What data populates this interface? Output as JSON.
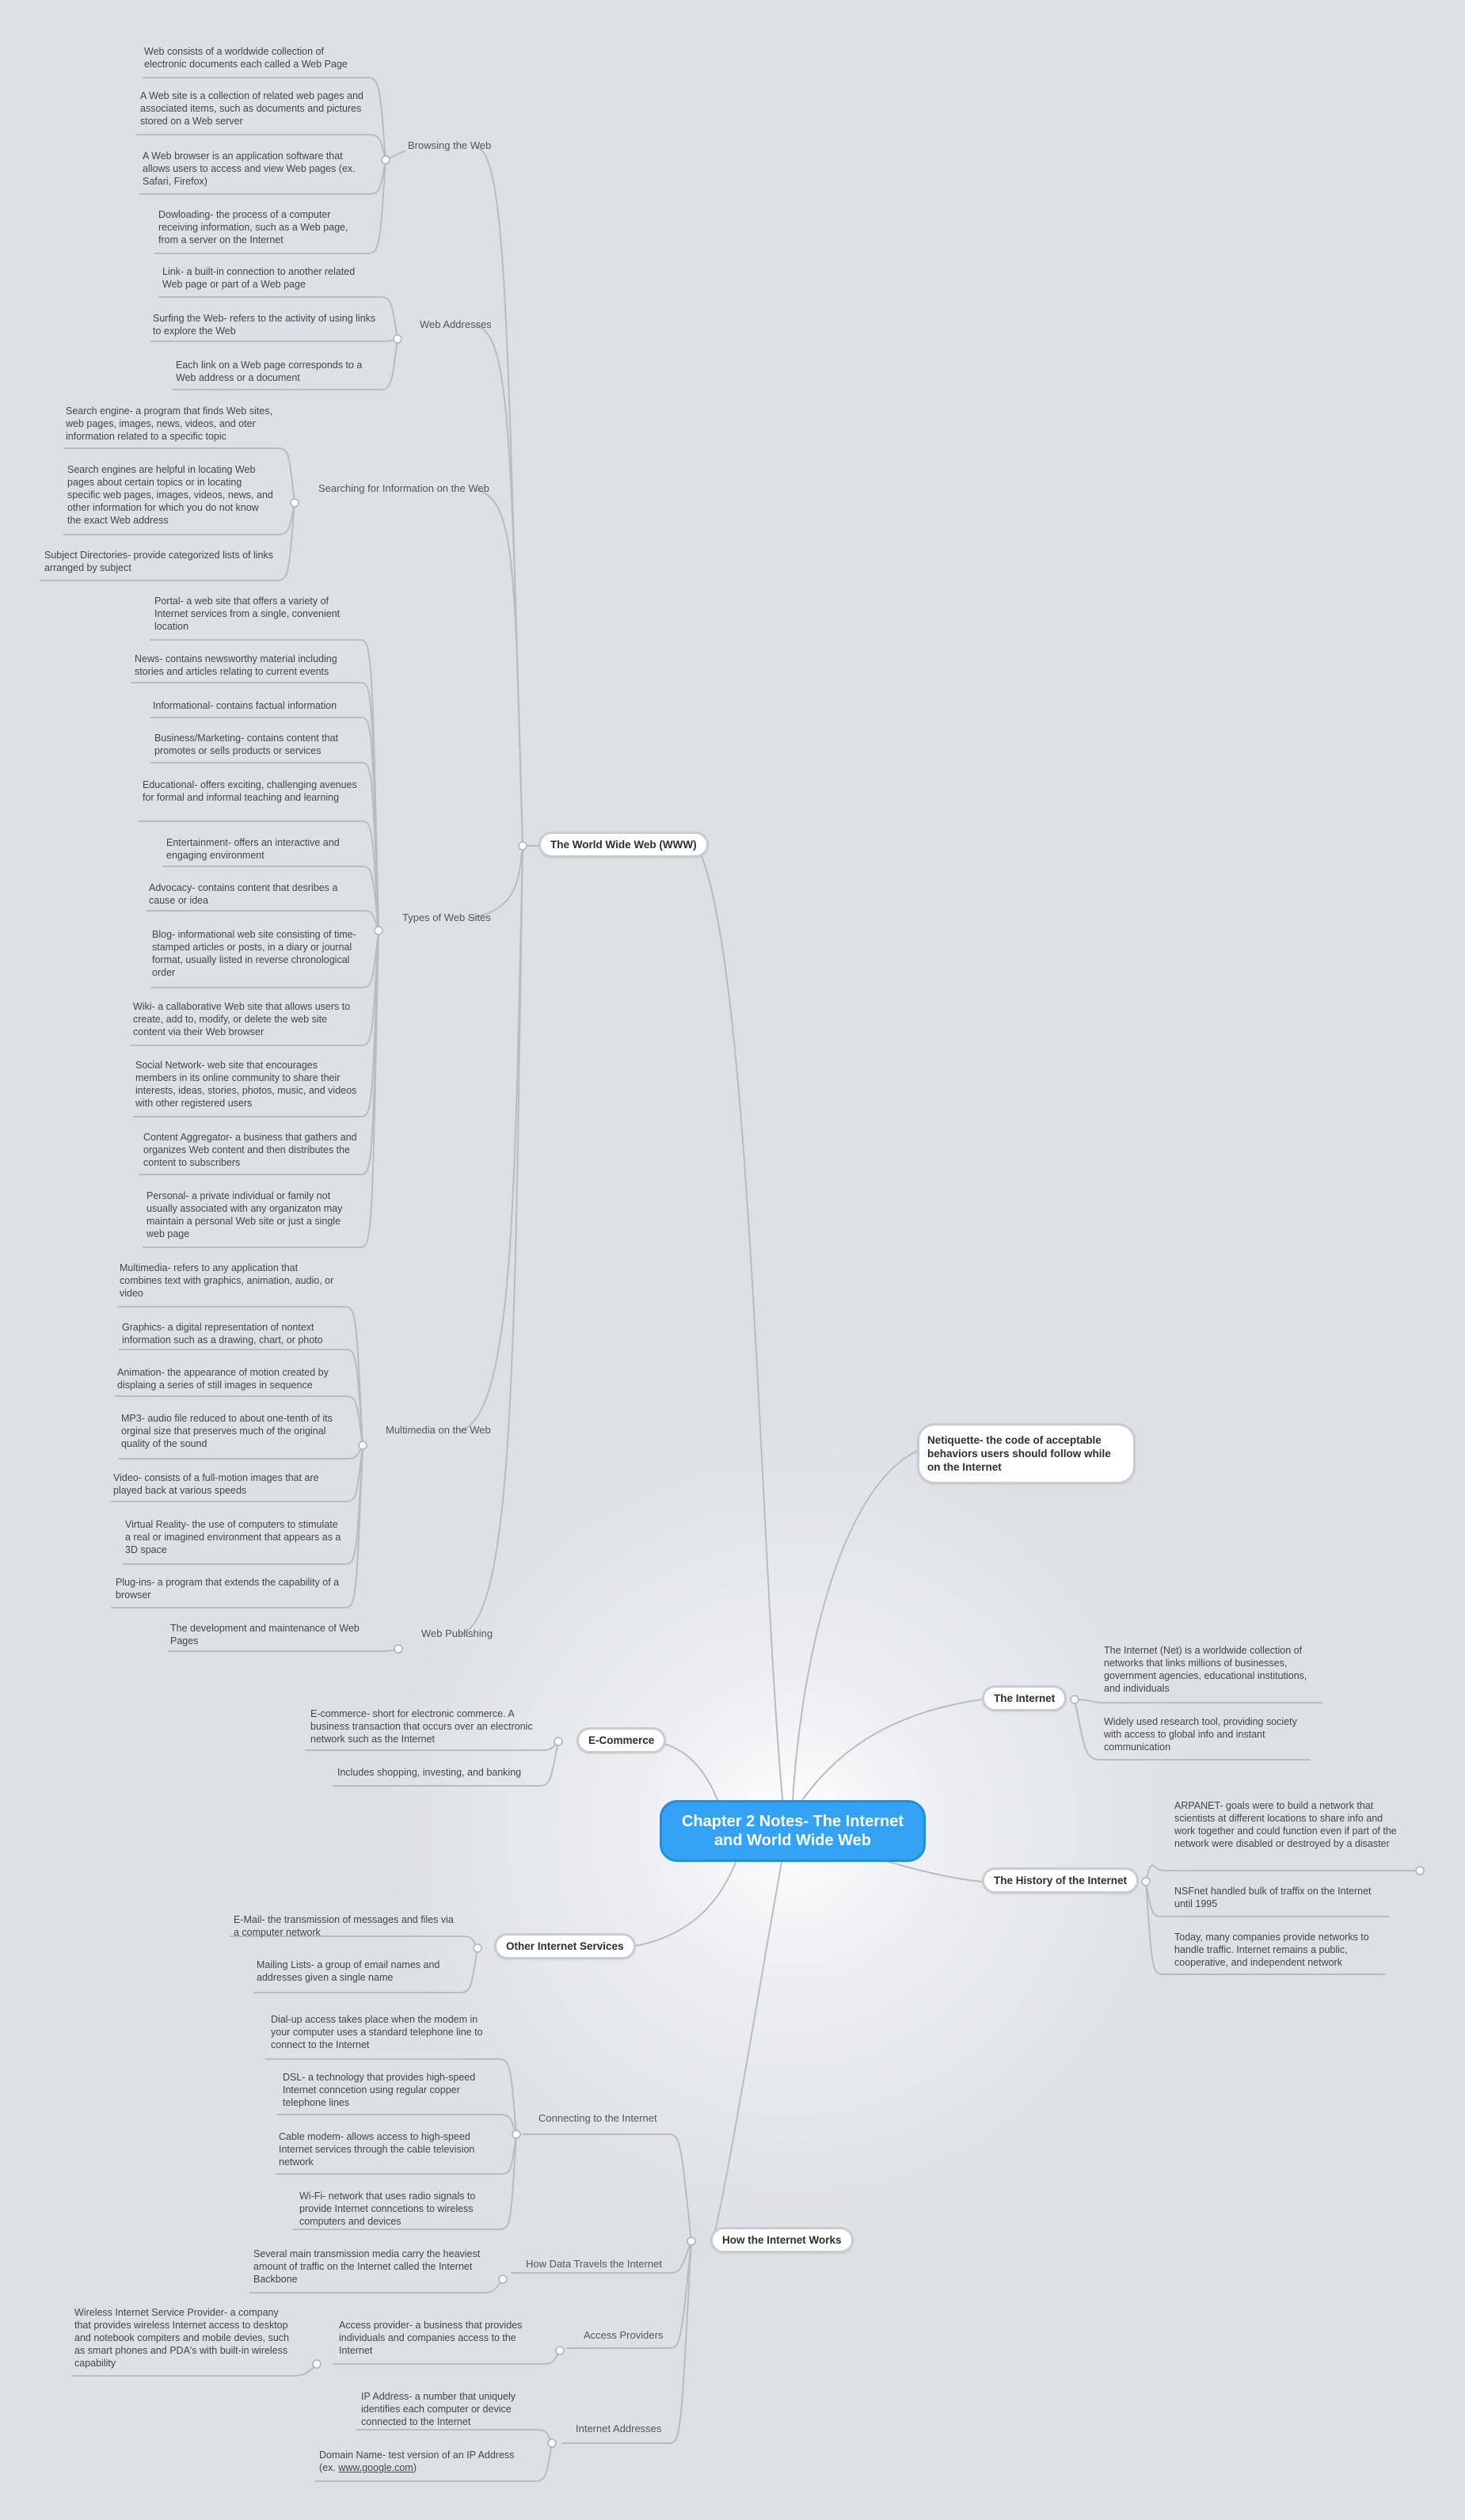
{
  "root": "Chapter 2 Notes- The Internet and World Wide Web",
  "main_topics": {
    "www": "The World Wide Web (WWW)",
    "netiquette": "Netiquette- the code of acceptable behaviors users should follow while on the Internet",
    "internet": "The Internet",
    "history": "The History of the Internet",
    "ecommerce": "E-Commerce",
    "other_services": "Other Internet Services",
    "how_works": "How the Internet Works"
  },
  "branches": {
    "browsing": "Browsing the Web",
    "web_addresses": "Web Addresses",
    "searching": "Searching for Information on the Web",
    "types": "Types of Web Sites",
    "multimedia": "Multimedia on the Web",
    "publishing": "Web Publishing",
    "connecting": "Connecting to the Internet",
    "data_travels": "How Data Travels the Internet",
    "access": "Access Providers",
    "addresses": "Internet Addresses"
  },
  "leaves": {
    "browsing": [
      "Web consists of a worldwide collection of electronic documents each called a Web Page",
      "A Web site is a collection of related web pages and associated items, such as documents and pictures stored on a Web server",
      "A Web browser is an application software that allows users to access and view Web pages (ex. Safari, Firefox)",
      "Dowloading- the process of a computer receiving information, such as a Web page, from a server on the Internet"
    ],
    "web_addresses": [
      "Link- a built-in connection to another related Web page or part of a Web page",
      "Surfing the Web- refers to the activity of using links to explore the Web",
      "Each link on a Web page corresponds to a Web address or a document"
    ],
    "searching": [
      "Search engine- a program that finds Web sites, web pages, images, news, videos, and oter information related to a specific topic",
      "Search engines are helpful in locating Web pages about certain topics or in locating specific web pages, images, videos, news, and other information for which you do not know the exact Web address",
      "Subject Directories- provide categorized lists of links arranged by subject"
    ],
    "types": [
      "Portal- a web site that offers a variety of Internet services from a single, convenient location",
      "News- contains newsworthy material including stories and articles relating to current events",
      "Informational- contains factual information",
      "Business/Marketing- contains content that promotes or sells products or services",
      "Educational- offers exciting, challenging avenues for formal and informal teaching and learning",
      "Entertainment- offers an interactive and engaging environment",
      "Advocacy- contains content that desribes a cause or idea",
      "Blog- informational web site consisting of time-stamped articles or posts, in a diary or journal format, usually listed in reverse chronological order",
      "Wiki- a callaborative Web site that allows users to create, add to, modify, or delete the web site content via their Web browser",
      "Social Network- web site that encourages members in its online community to share their interests, ideas, stories, photos, music, and videos with other registered users",
      "Content Aggregator- a business that gathers and organizes Web content and then distributes the content to subscribers",
      "Personal- a private individual or family not usually associated with any organizaton may maintain a personal Web site or just a single web page"
    ],
    "multimedia": [
      "Multimedia- refers to any application that combines text with graphics, animation, audio, or video",
      "Graphics- a digital representation of nontext information such as a drawing, chart, or photo",
      "Animation- the appearance of motion created by displaing a series of still images in sequence",
      "MP3- audio file reduced to about one-tenth of its orginal size that preserves much of the original quality of the sound",
      "Video- consists of a full-motion images that are played back at various speeds",
      "Virtual Reality- the use of computers to stimulate a real or imagined environment that appears as a 3D space",
      "Plug-ins- a program that extends the capability of a browser"
    ],
    "publishing": [
      "The development and maintenance of Web Pages"
    ],
    "internet": [
      "The Internet (Net) is a worldwide collection of networks that links millions of businesses, government agencies, educational institutions, and individuals",
      "Widely used research tool, providing society with access to global info and instant communication"
    ],
    "history": [
      "ARPANET- goals were to build a network that scientists at different locations to share info and work together and could function even if part of the network were disabled or destroyed by a disaster",
      "NSFnet handled bulk of traffix on the Internet until 1995",
      "Today, many companies provide networks to handle traffic. Internet remains a public, cooperative, and independent network"
    ],
    "ecommerce": [
      "E-commerce- short for electronic commerce. A business transaction that occurs over an electronic network such as the Internet",
      "Includes shopping, investing, and banking"
    ],
    "other_services": [
      "E-Mail- the transmission of messages and files via a computer network",
      "Mailing Lists- a group of email names and addresses given a single name"
    ],
    "connecting": [
      "Dial-up access takes place when the modem in your computer uses a standard telephone line to connect to the Internet",
      "DSL- a technology that provides high-speed Internet conncetion using regular copper telephone lines",
      "Cable modem- allows access to high-speed Internet services through the cable television network",
      "Wi-Fi- network that uses radio signals to provide Internet conncetions to wireless computers and devices"
    ],
    "data_travels": [
      "Several main transmission media carry the heaviest amount of traffic on the Internet called the Internet Backbone"
    ],
    "access": [
      "Access provider- a business that provides individuals and companies access to the Internet"
    ],
    "access_sub": [
      "Wireless Internet Service Provider- a company that provides wireless Internet access to desktop and notebook compiters and mobile devies, such as smart phones and PDA's with built-in wireless capability"
    ],
    "addresses": [
      "IP Address- a number that uniquely identifies each computer or device connected to the Internet"
    ],
    "domain_name": {
      "text": "Domain Name- test version of an IP Address",
      "example_prefix": "(ex. ",
      "example_link": "www.google.com",
      "example_suffix": ")"
    }
  }
}
